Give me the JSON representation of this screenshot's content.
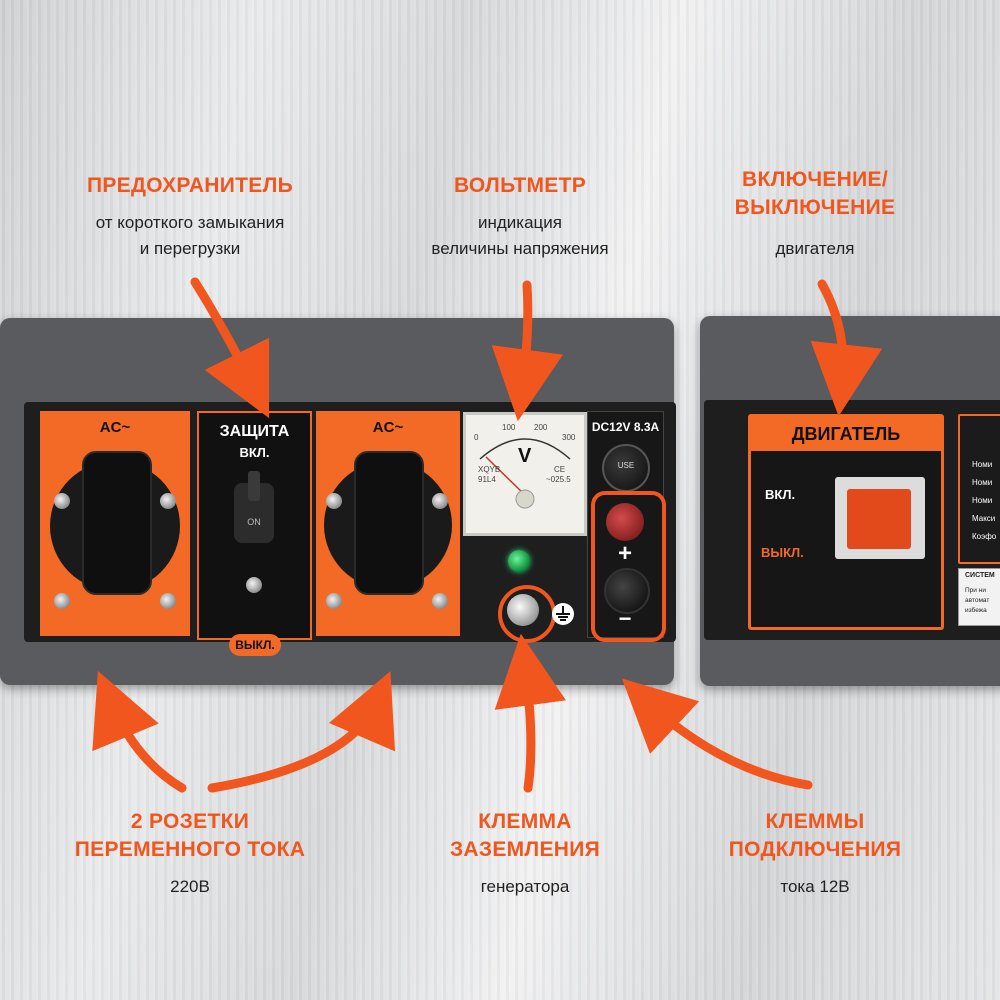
{
  "annotations": {
    "fuse": {
      "title": "ПРЕДОХРАНИТЕЛЬ",
      "lines": [
        "от короткого замыкания",
        "и перегрузки"
      ]
    },
    "voltmeter": {
      "title": "ВОЛЬТМЕТР",
      "lines": [
        "индикация",
        "величины напряжения"
      ]
    },
    "engine_switch": {
      "title_lines": [
        "ВКЛЮЧЕНИЕ/",
        "ВЫКЛЮЧЕНИЕ"
      ],
      "lines": [
        "двигателя"
      ]
    },
    "sockets": {
      "title_lines": [
        "2 РОЗЕТКИ",
        "ПЕРЕМЕННОГО ТОКА"
      ],
      "lines": [
        "220В"
      ]
    },
    "ground": {
      "title_lines": [
        "КЛЕММА",
        "ЗАЗЕМЛЕНИЯ"
      ],
      "lines": [
        "генератора"
      ]
    },
    "dc_terminals": {
      "title_lines": [
        "КЛЕММЫ",
        "ПОДКЛЮЧЕНИЯ"
      ],
      "lines": [
        "тока 12В"
      ]
    }
  },
  "panel": {
    "socket_left_label": "AC~",
    "socket_right_label": "AC~",
    "fuse_title": "ЗАЩИТА",
    "fuse_on": "ВКЛ.",
    "fuse_off": "ВЫКЛ.",
    "fuse_switch_mark": "ON",
    "voltmeter_scale": [
      "0",
      "100",
      "200",
      "300"
    ],
    "voltmeter_unit": "V",
    "voltmeter_brand": "XQYB",
    "voltmeter_model": "91L4",
    "voltmeter_ce": "CE",
    "voltmeter_class": "~025.5",
    "dc_label": "DC12V 8.3A",
    "fuse_cap_text": "USE",
    "plus_sign": "+",
    "minus_sign": "−"
  },
  "engine_panel": {
    "title": "ДВИГАТЕЛЬ",
    "on_label": "ВКЛ.",
    "off_label": "ВЫКЛ.",
    "spec_rows": [
      "Номи",
      "Номи",
      "Номи",
      "Макси",
      "Коэфо"
    ],
    "system_title": "СИСТЕМ",
    "system_lines": [
      "При ни",
      "автомат",
      "избежа"
    ]
  },
  "colors": {
    "accent": "#f0561d",
    "panel_orange": "#f26a25",
    "panel_dark": "#1e1e1f",
    "background": "#e2e3e4"
  },
  "icons": [
    "ground-symbol-icon",
    "power-socket-icon",
    "arrow-icon"
  ]
}
